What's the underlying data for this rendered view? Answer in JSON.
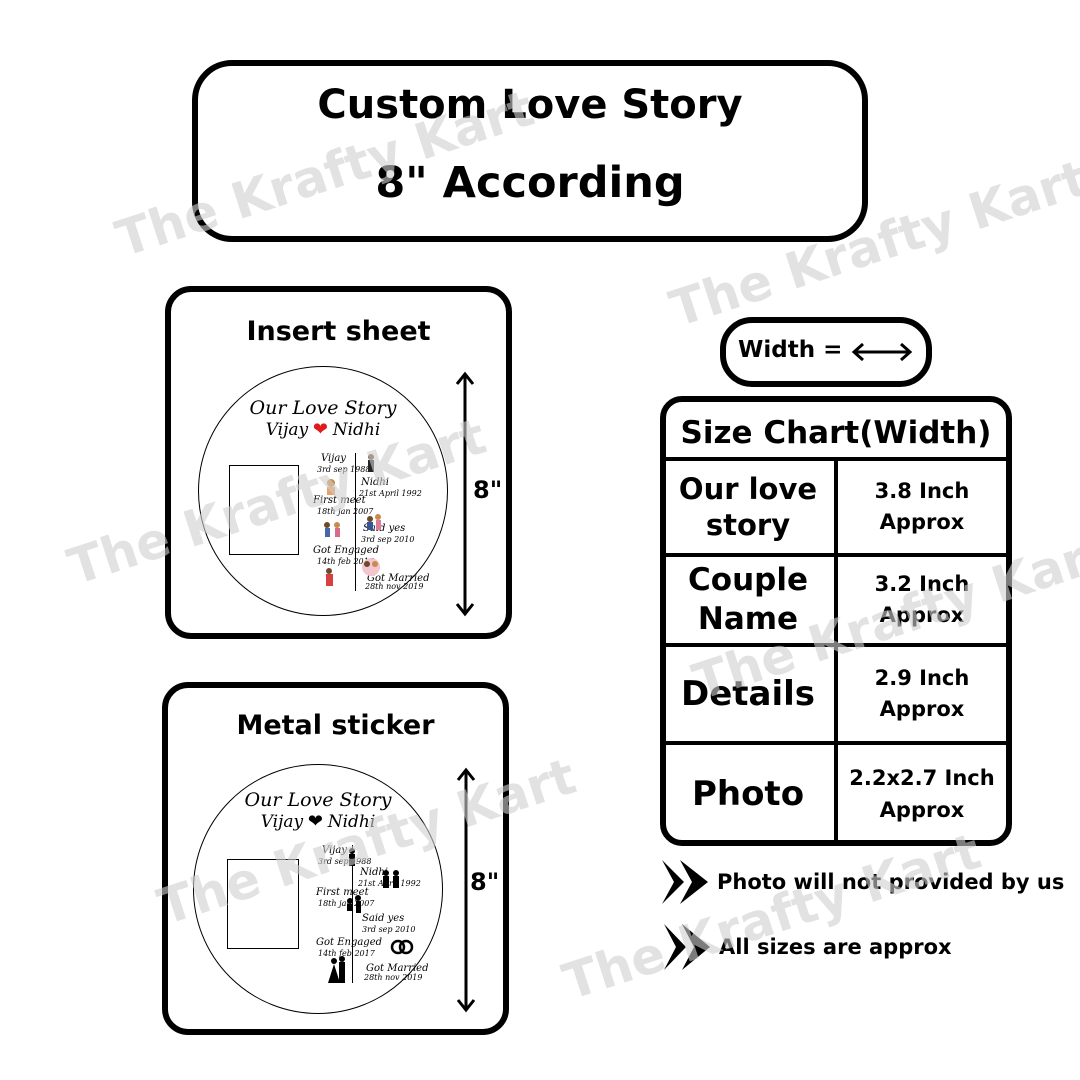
{
  "title": {
    "line1": "Custom Love Story",
    "line2": "8\" According"
  },
  "watermark": "The Krafty Kart",
  "insert_panel": {
    "label": "Insert sheet",
    "dimension": "8\"",
    "design": {
      "heading": "Our Love Story",
      "name1": "Vijay",
      "name2": "Nidhi",
      "events": [
        {
          "label": "Vijay",
          "date": "3rd sep 1988"
        },
        {
          "label": "Nidhi",
          "date": "21st April 1992"
        },
        {
          "label": "First meet",
          "date": "18th jan 2007"
        },
        {
          "label": "Said yes",
          "date": "3rd sep 2010"
        },
        {
          "label": "Got Engaged",
          "date": "14th feb 2017"
        },
        {
          "label": "Got Married",
          "date": "28th nov 2019"
        }
      ]
    }
  },
  "metal_panel": {
    "label": "Metal sticker",
    "dimension": "8\"",
    "design": {
      "heading": "Our Love Story",
      "name1": "Vijay",
      "name2": "Nidhi",
      "events": [
        {
          "label": "Vijay",
          "date": "3rd sep 1988"
        },
        {
          "label": "Nidhi",
          "date": "21st April 1992"
        },
        {
          "label": "First meet",
          "date": "18th jan 2007"
        },
        {
          "label": "Said yes",
          "date": "3rd sep 2010"
        },
        {
          "label": "Got Engaged",
          "date": "14th feb 2017"
        },
        {
          "label": "Got Married",
          "date": "28th nov 2019"
        }
      ]
    }
  },
  "width_badge": "Width =",
  "size_chart": {
    "title": "Size Chart(Width)",
    "rows": [
      {
        "item": "Our love story",
        "size": "3.8 Inch\nApprox"
      },
      {
        "item": "Couple Name",
        "size": "3.2  Inch\nApprox"
      },
      {
        "item": "Details",
        "size": "2.9  Inch\nApprox"
      },
      {
        "item": "Photo",
        "size": "2.2x2.7 Inch\nApprox"
      }
    ]
  },
  "notes": [
    "Photo will not provided by us",
    "All sizes are approx"
  ],
  "colors": {
    "heart": "#e01b1b",
    "ink": "#000000",
    "watermark": "#cfcfcf"
  }
}
